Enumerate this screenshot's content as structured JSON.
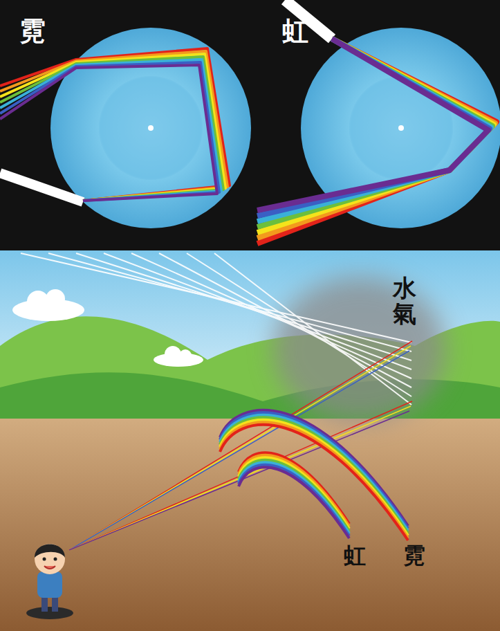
{
  "diagram": {
    "labels": [
      "霓",
      "虹",
      "水氣",
      "虹",
      "霓"
    ]
  }
}
